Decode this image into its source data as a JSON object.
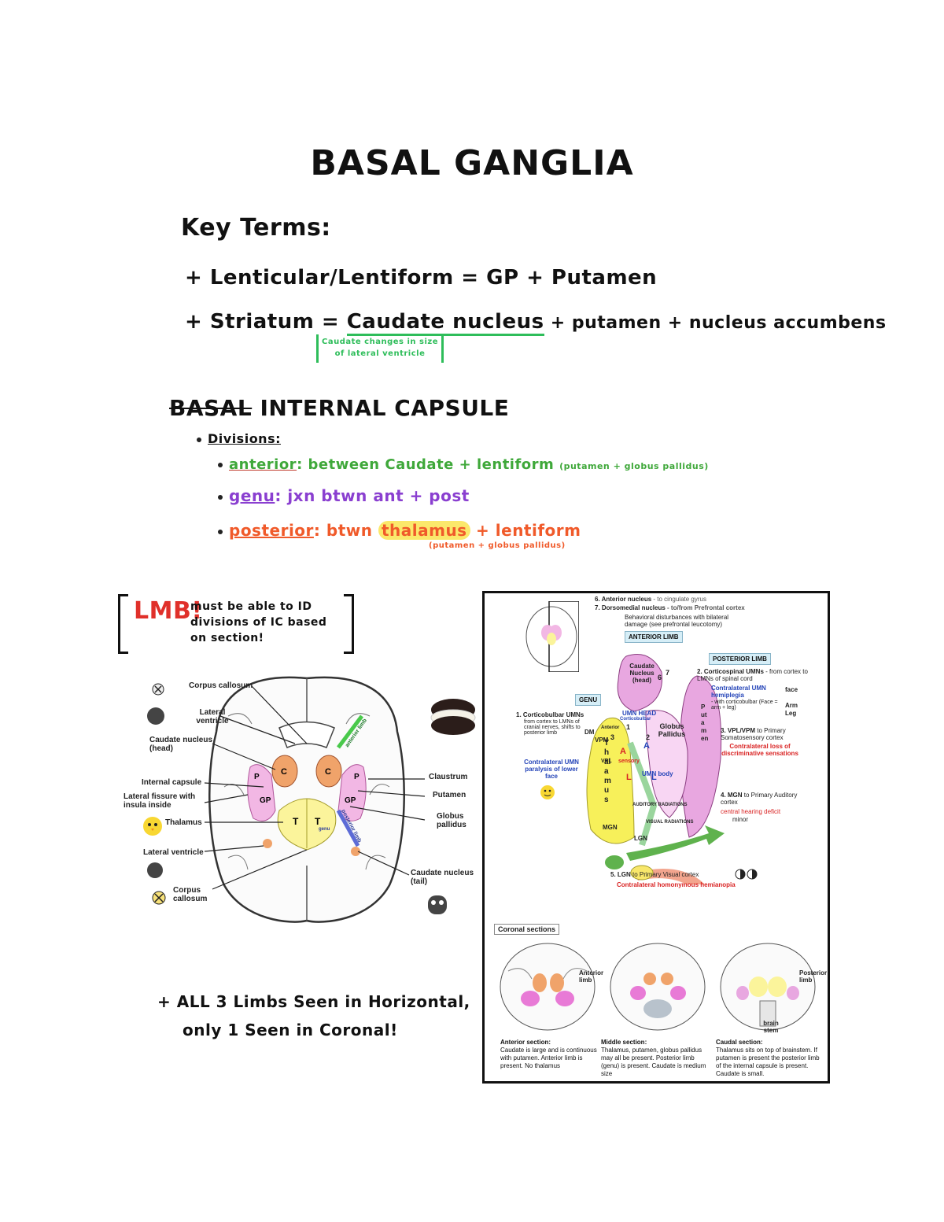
{
  "title": "BASAL GANGLIA",
  "key_terms": {
    "heading": "Key Terms:",
    "t1": "+ Lenticular/Lentiform = GP + Putamen",
    "t2_prefix": "+ Striatum = ",
    "t2_caudate": "Caudate nucleus",
    "t2_rest": " + putamen + nucleus accumbens",
    "caudate_note": "Caudate changes in size of lateral ventricle"
  },
  "internal_capsule": {
    "heading_strike": "BASAL",
    "heading": " INTERNAL CAPSULE",
    "divisions": "Divisions:",
    "anterior_label": "anterior",
    "anterior_text": ": between Caudate + lentiform",
    "anterior_paren": "(putamen + globus pallidus)",
    "genu_label": "genu",
    "genu_text": ": jxn btwn ant + post",
    "posterior_label": "posterior",
    "posterior_text": ": btwn",
    "posterior_hl": "thalamus",
    "posterior_end": " + lentiform",
    "posterior_paren": "(putamen + globus pallidus)"
  },
  "note": {
    "lmb": "LMB!",
    "text": "must be able to ID divisions of IC based on section!"
  },
  "bottom_note": {
    "line1": "+ ALL 3 Limbs Seen in Horizontal,",
    "line2": "only 1 Seen in Coronal!"
  },
  "horizontal_diagram": {
    "labels": {
      "corpus_callosum_top": "Corpus callosum",
      "lateral_ventricle_top": "Lateral ventricle",
      "caudate_head": "Caudate nucleus (head)",
      "internal_capsule": "Internal capsule",
      "lateral_fissure": "Lateral fissure with insula inside",
      "thalamus": "Thalamus",
      "lateral_ventricle_bottom": "Lateral ventricle",
      "corpus_callosum_bottom": "Corpus callosum",
      "claustrum": "Claustrum",
      "putamen": "Putamen",
      "globus_pallidus": "Globus pallidus",
      "caudate_tail": "Caudate nucleus (tail)",
      "anterior_limb": "anterior limb",
      "posterior_limb": "posterior limb",
      "genu": "genu",
      "T": "T",
      "C": "C",
      "P": "P",
      "GP": "GP"
    }
  },
  "right_panel": {
    "anterior_nucleus": "6. Anterior nucleus",
    "anterior_nucleus_tail": " - to cingulate gyrus",
    "dorsomedial": "7. Dorsomedial nucleus",
    "dorsomedial_tail": " - to/from Prefrontal cortex",
    "behavioral": "Behavioral disturbances with bilateral damage (see prefrontal leucotomy)",
    "anterior_limb_box": "ANTERIOR LIMB",
    "posterior_limb_box": "POSTERIOR LIMB",
    "genu_box": "GENU",
    "caudate": "Caudate Nucleus (head)",
    "globus": "Globus Pallidus",
    "putamen": "Putamen",
    "thalamus": "Thalamus",
    "corticospinal": "2. Corticospinal UMNs",
    "corticospinal_tail": " - from cortex to LMNs of spinal cord",
    "contralateral_hemiplegia": "Contralateral UMN hemiplegia",
    "with_corticobulbar": "- with corticobulbar (Face = arm + leg)",
    "corticobulbar": "1. Corticobulbar UMNs",
    "corticobulbar_tail": "from cortex to LMNs of cranial nerves, shifts to posterior limb",
    "contralateral_face": "Contralateral UMN paralysis of lower face",
    "vpl": "3. VPL/VPM",
    "vpl_tail": " to Primary Somatosensory cortex",
    "loss_discriminative": "Contralateral loss of discriminative sensations",
    "mgn": "4. MGN",
    "mgn_tail": " to Primary Auditory cortex",
    "central_hearing": "central hearing deficit",
    "minor": "minor",
    "lgn": "5. LGN",
    "lgn_tail": " to Primary Visual cortex",
    "hemianopia": "Contralateral homonymous hemianopia",
    "auditory_radiations": "AUDITORY RADIATIONS",
    "visual_radiations": "VISUAL RADIATIONS",
    "face": "face",
    "arm": "Arm",
    "leg": "Leg",
    "umn_head": "UMN HEAD",
    "corticobulbar_small": "Corticobulbar",
    "lmn_body": "UMN body",
    "dm": "DM",
    "vpm": "VPM",
    "vpl_small": "VPL",
    "mgn_small": "MGN",
    "lgn_small": "LGN",
    "anterior_small": "Anterior",
    "sensory": "sensory",
    "coronal_title": "Coronal sections",
    "anterior_limb_small": "Anterior limb",
    "posterior_limb_small": "Posterior limb",
    "brain_stem": "brain stem",
    "num_1": "1",
    "num_2": "2",
    "num_3": "3",
    "num_6": "6",
    "num_7": "7",
    "letter_A": "A",
    "letter_L": "L",
    "anterior_section_title": "Anterior section:",
    "anterior_section_text": "Caudate is large and is continuous with putamen. Anterior limb is present. No thalamus",
    "middle_section_title": "Middle section:",
    "middle_section_text": "Thalamus, putamen, globus pallidus may all be present. Posterior limb (genu) is present. Caudate is medium size",
    "caudal_section_title": "Caudal section:",
    "caudal_section_text": "Thalamus sits on top of brainstem. If putamen is present the posterior limb of the internal capsule is present. Caudate is small."
  }
}
